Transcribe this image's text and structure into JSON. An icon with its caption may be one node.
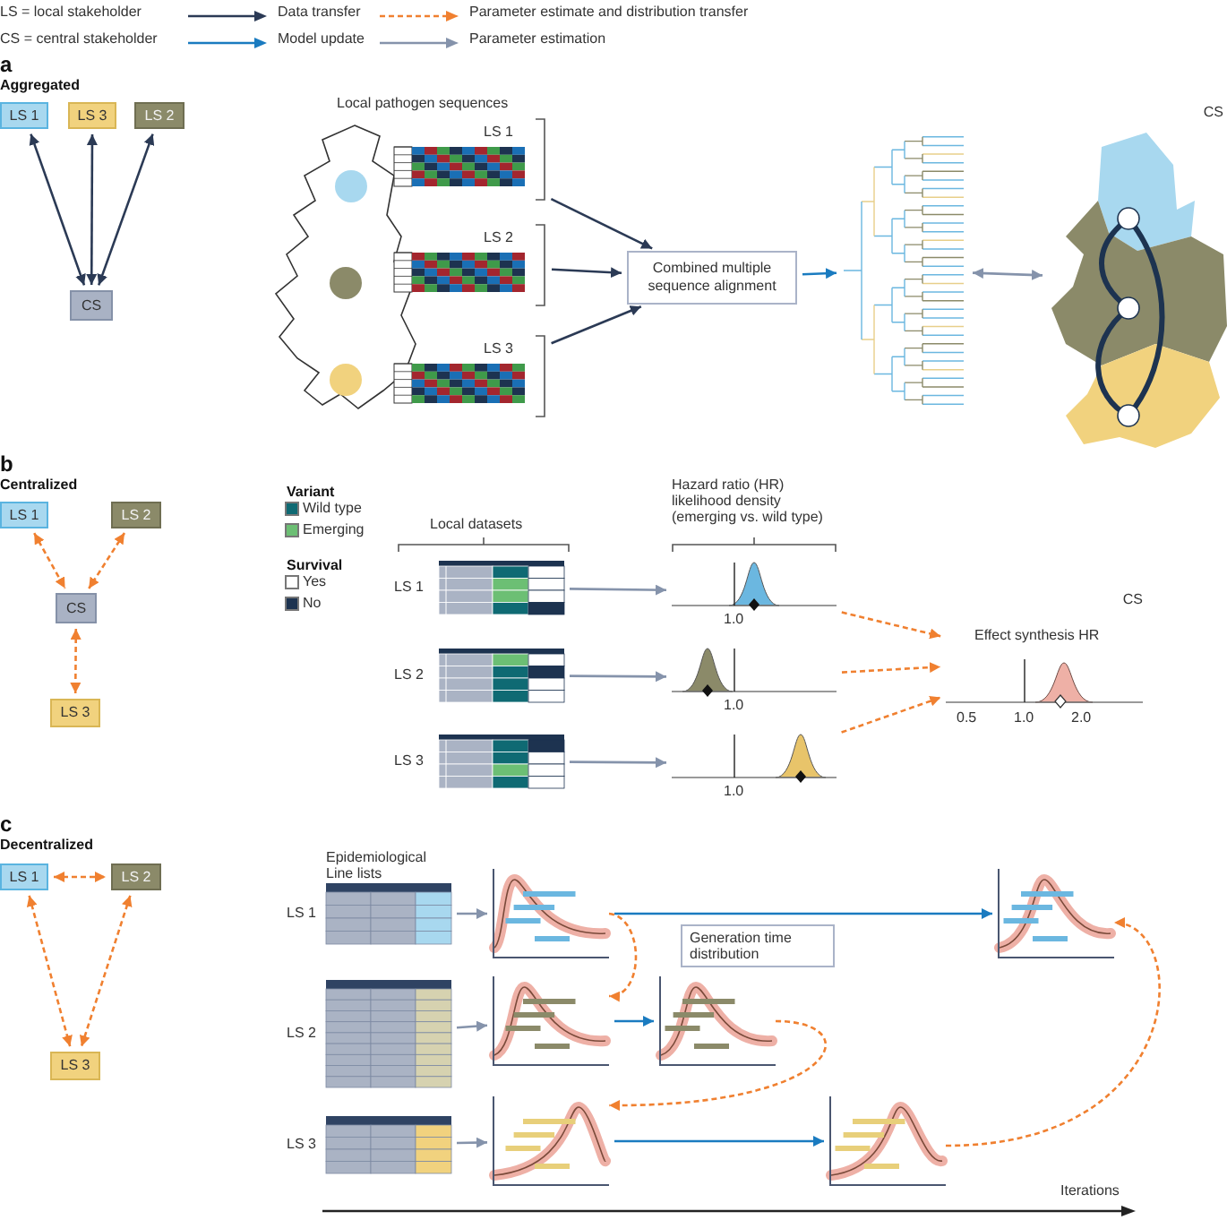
{
  "diagram": {
    "nodes": [
      {
        "text": [
          "LS 1"
        ]
      },
      {
        "text": [
          "LS 3"
        ]
      },
      {
        "text": [
          "LS 2"
        ]
      },
      {
        "text": [
          "CS"
        ]
      },
      {
        "text": [
          "LS 1"
        ]
      },
      {
        "text": [
          "LS 2"
        ]
      },
      {
        "text": [
          "LS 3"
        ]
      },
      {
        "text": [
          "Combined multiple sequence alignment"
        ]
      },
      {
        "text": [],
        "shape": "picture"
      },
      {
        "text": [
          "CS"
        ]
      },
      {
        "text": [
          "LS 1"
        ]
      },
      {
        "text": [
          "LS 2"
        ]
      },
      {
        "text": [
          "CS"
        ]
      },
      {
        "text": [
          "LS 3"
        ]
      },
      {
        "text": [
          "LS 1"
        ]
      },
      {
        "text": [
          "LS 2"
        ]
      },
      {
        "text": [
          "LS 3"
        ]
      },
      {
        "text": [
          "1.0"
        ]
      },
      {
        "text": [
          "1.0"
        ]
      },
      {
        "text": [
          "1.0"
        ]
      },
      {
        "text": [
          "CS",
          "Effect synthesis HR",
          "0.5",
          "1.0",
          "2.0"
        ]
      },
      {
        "text": [
          "LS 1"
        ]
      },
      {
        "text": [
          "LS 2"
        ]
      },
      {
        "text": [
          "LS 3"
        ]
      },
      {
        "text": [
          "LS 1"
        ],
        "beside": [
          "Epidemiological Line lists"
        ]
      },
      {
        "text": [
          "LS 2"
        ]
      },
      {
        "text": [
          "LS 3"
        ]
      },
      {
        "text": [],
        "shape": "chart"
      },
      {
        "text": [],
        "shape": "chart"
      },
      {
        "text": [],
        "shape": "chart"
      },
      {
        "text": [],
        "shape": "chart"
      },
      {
        "text": [],
        "shape": "chart"
      },
      {
        "text": [],
        "shape": "chart"
      }
    ],
    "edges": [
      {
        "from": 0,
        "to": 3,
        "arrow": "both",
        "color": "#2b3a55"
      },
      {
        "from": 1,
        "to": 3,
        "arrow": "both",
        "color": "#2b3a55"
      },
      {
        "from": 2,
        "to": 3,
        "arrow": "both",
        "color": "#2b3a55"
      },
      {
        "from": 4,
        "to": 7,
        "arrow": "to",
        "color": "#2b3a55"
      },
      {
        "from": 5,
        "to": 7,
        "arrow": "to",
        "color": "#2b3a55"
      },
      {
        "from": 6,
        "to": 7,
        "arrow": "to",
        "color": "#2b3a55"
      },
      {
        "from": 7,
        "to": 8,
        "arrow": "to",
        "color": "#1a7bc0"
      },
      {
        "from": 8,
        "to": 9,
        "arrow": "both",
        "color": "#8593ab"
      },
      {
        "from": 10,
        "to": 12,
        "arrow": "both",
        "style": "dashed"
      },
      {
        "from": 11,
        "to": 12,
        "arrow": "both",
        "style": "dashed"
      },
      {
        "from": 12,
        "to": 13,
        "arrow": "both",
        "style": "dashed"
      },
      {
        "from": 14,
        "to": 17,
        "arrow": "to",
        "color": "#8593ab"
      },
      {
        "from": 15,
        "to": 18,
        "arrow": "to",
        "color": "#8593ab"
      },
      {
        "from": 16,
        "to": 19,
        "arrow": "to",
        "color": "#8593ab"
      },
      {
        "from": 17,
        "to": 20,
        "arrow": "to",
        "style": "dashed"
      },
      {
        "from": 18,
        "to": 20,
        "arrow": "to",
        "style": "dashed"
      },
      {
        "from": 19,
        "to": 20,
        "arrow": "to",
        "style": "dashed"
      },
      {
        "from": 21,
        "to": 22,
        "arrow": "both",
        "style": "dashed"
      },
      {
        "from": 21,
        "to": 23,
        "arrow": "both",
        "style": "dashed"
      },
      {
        "from": 22,
        "to": 23,
        "arrow": "both",
        "style": "dashed"
      },
      {
        "from": 24,
        "to": 27,
        "arrow": "to",
        "color": "#8593ab"
      },
      {
        "from": 27,
        "to": 28,
        "arrow": "to",
        "color": "#1a7bc0"
      },
      {
        "from": 27,
        "to": 29,
        "arrow": "to",
        "style": "dashed"
      },
      {
        "from": 25,
        "to": 29,
        "arrow": "to",
        "color": "#8593ab"
      },
      {
        "from": 29,
        "to": 30,
        "arrow": "to",
        "color": "#1a7bc0"
      },
      {
        "from": 30,
        "to": 31,
        "arrow": "to",
        "style": "dashed"
      },
      {
        "from": 26,
        "to": 31,
        "arrow": "to",
        "color": "#8593ab"
      },
      {
        "from": 31,
        "to": 32,
        "arrow": "to",
        "color": "#1a7bc0"
      },
      {
        "from": 32,
        "to": 28,
        "arrow": "to",
        "style": "dashed"
      }
    ],
    "labels": [
      "LS = local stakeholder",
      "CS = central stakeholder",
      "a",
      "Aggregated",
      "Local pathogen sequences",
      "b",
      "Centralized",
      "Variant",
      "Survival",
      "Local datasets",
      "Hazard ratio (HR) likelihood density (emerging vs. wild type)",
      "c",
      "Decentralized",
      "Generation time distribution",
      "Iterations"
    ],
    "legend": [
      {
        "text": "Data transfer"
      },
      {
        "text": "Parameter estimate and distribution transfer"
      },
      {
        "text": "Model update"
      },
      {
        "text": "Parameter estimation"
      },
      {
        "text": "Wild type",
        "color": "#0f6a73"
      },
      {
        "text": "Emerging",
        "color": "#6cbf74"
      },
      {
        "text": "Yes",
        "color": "#ffffff"
      },
      {
        "text": "No",
        "color": "#1d3350"
      }
    ]
  }
}
